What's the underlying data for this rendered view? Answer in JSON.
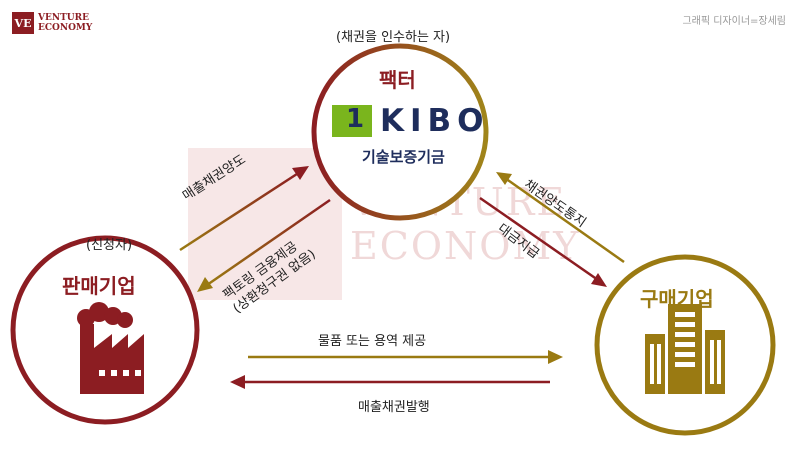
{
  "header": {
    "logo_mark": "VE",
    "logo_line1": "VENTURE",
    "logo_line2": "ECONOMY",
    "credit": "그래픽 디자이너=장세림"
  },
  "watermark": {
    "line1": "VENTURE",
    "line2": "ECONOMY"
  },
  "factor": {
    "role": "(채권을 인수하는 자)",
    "title": "팩터",
    "brand_mark": "1",
    "brand_text": "KIBO",
    "brand_sub": "기술보증기금"
  },
  "seller": {
    "role": "(신청자)",
    "title": "판매기업"
  },
  "buyer": {
    "title": "구매기업"
  },
  "flows": {
    "seller_to_factor": "매출채권양도",
    "factor_to_seller_line1": "팩토링 금융제공",
    "factor_to_seller_line2": "(상환청구권 없음)",
    "buyer_to_factor": "채권양도통지",
    "factor_to_buyer": "대금지급",
    "seller_to_buyer": "물품 또는 용역 제공",
    "buyer_to_seller": "매출채권발행"
  },
  "colors": {
    "crimson": "#8c1d22",
    "gold": "#9a7a12",
    "kibo_green": "#7ab51d",
    "kibo_navy": "#1e2d5c"
  }
}
